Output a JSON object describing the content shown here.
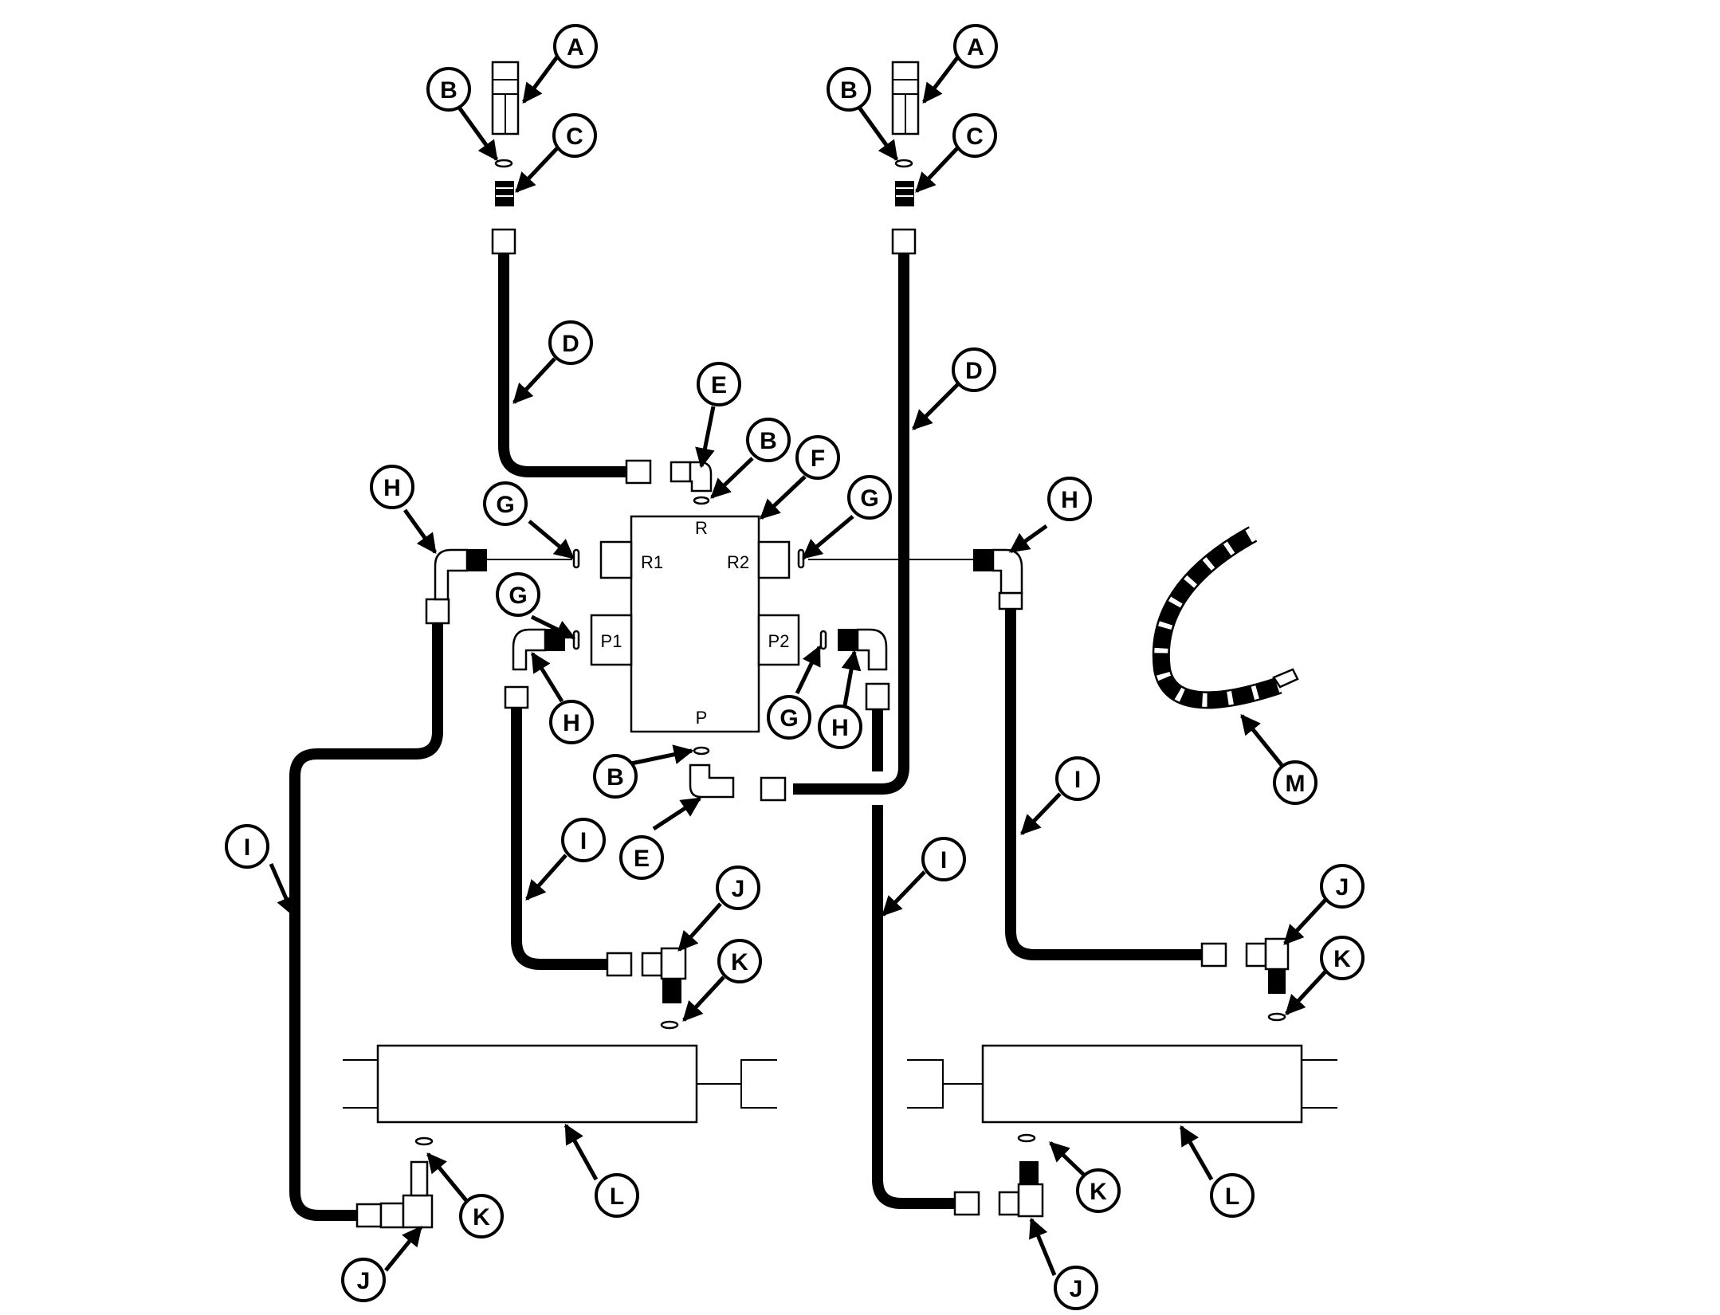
{
  "valve_ports": {
    "r": "R",
    "r1": "R1",
    "r2": "R2",
    "p1": "P1",
    "p2": "P2",
    "p": "P"
  },
  "callouts": {
    "a": "A",
    "b": "B",
    "c": "C",
    "d": "D",
    "e": "E",
    "f": "F",
    "g": "G",
    "h": "H",
    "i": "I",
    "j": "J",
    "k": "K",
    "l": "L",
    "m": "M"
  }
}
